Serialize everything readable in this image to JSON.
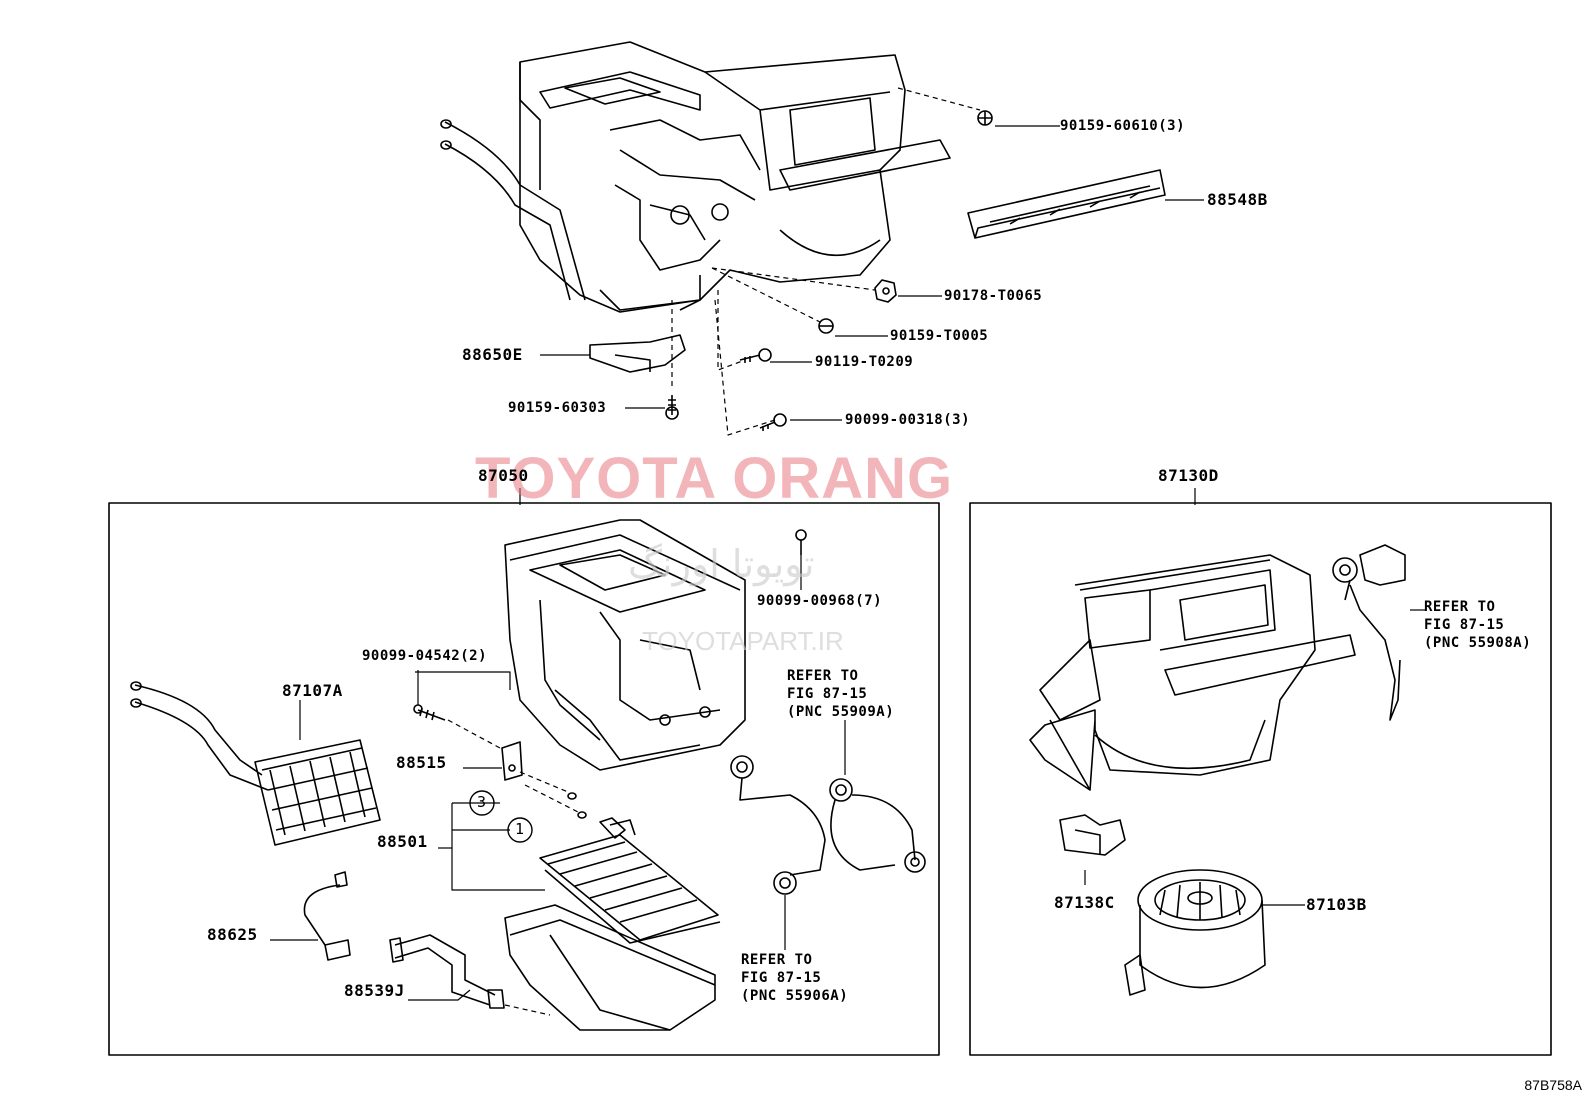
{
  "watermark": {
    "brand": "TOYOTA ORANG",
    "brand_fa": "تویوتا اورنگ",
    "url": "TOYOTAPART.IR"
  },
  "figure_id": "87B758A",
  "parts": {
    "p90159_60610": "90159-60610(3)",
    "p88548B": "88548B",
    "p90178_T0065": "90178-T0065",
    "p90159_T0005": "90159-T0005",
    "p90119_T0209": "90119-T0209",
    "p88650E": "88650E",
    "p90159_60303": "90159-60303",
    "p90099_00318": "90099-00318(3)",
    "p87050": "87050",
    "p87130D": "87130D",
    "p90099_00968": "90099-00968(7)",
    "p90099_04542": "90099-04542(2)",
    "p87107A": "87107A",
    "p88515": "88515",
    "p88501": "88501",
    "p88625": "88625",
    "p88539J": "88539J",
    "p87138C": "87138C",
    "p87103B": "87103B"
  },
  "callouts": {
    "c3": "3",
    "c1": "1"
  },
  "refs": {
    "r55909A": "REFER TO\nFIG 87-15\n(PNC 55909A)",
    "r55906A": "REFER TO\nFIG 87-15\n(PNC 55906A)",
    "r55908A": "REFER TO\nFIG 87-15\n(PNC 55908A)"
  }
}
